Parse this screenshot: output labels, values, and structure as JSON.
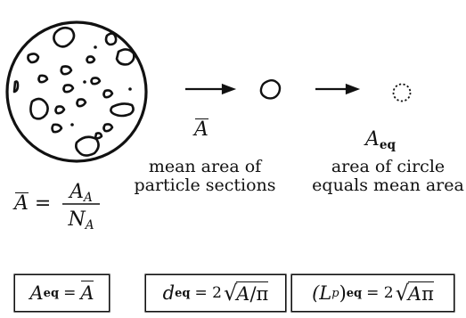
{
  "labels": {
    "a_bar": "A",
    "a_eq_A": "A",
    "a_eq_sub": "eq",
    "caption_left_line1": "mean area of",
    "caption_left_line2": "particle sections",
    "caption_right_line1": "area of circle",
    "caption_right_line2": "equals mean area"
  },
  "equation_mean": {
    "lhs": "A",
    "equals": "=",
    "numerator": "A",
    "numerator_sub": "A",
    "denominator": "N",
    "denominator_sub": "A"
  },
  "box_1": {
    "lhs": "A",
    "lhs_sub": "eq",
    "equals": "=",
    "rhs": "A"
  },
  "box_2": {
    "lhs": "d",
    "lhs_sub": "eq",
    "equals": "= 2",
    "rad_a": "A",
    "rad_rest": "/π"
  },
  "box_3": {
    "lhs": "(L",
    "lhs_sub_p": "p",
    "lhs_close": ")",
    "lhs_sub": "eq",
    "equals": "= 2",
    "rad_a": "A",
    "rad_rest": "π"
  }
}
